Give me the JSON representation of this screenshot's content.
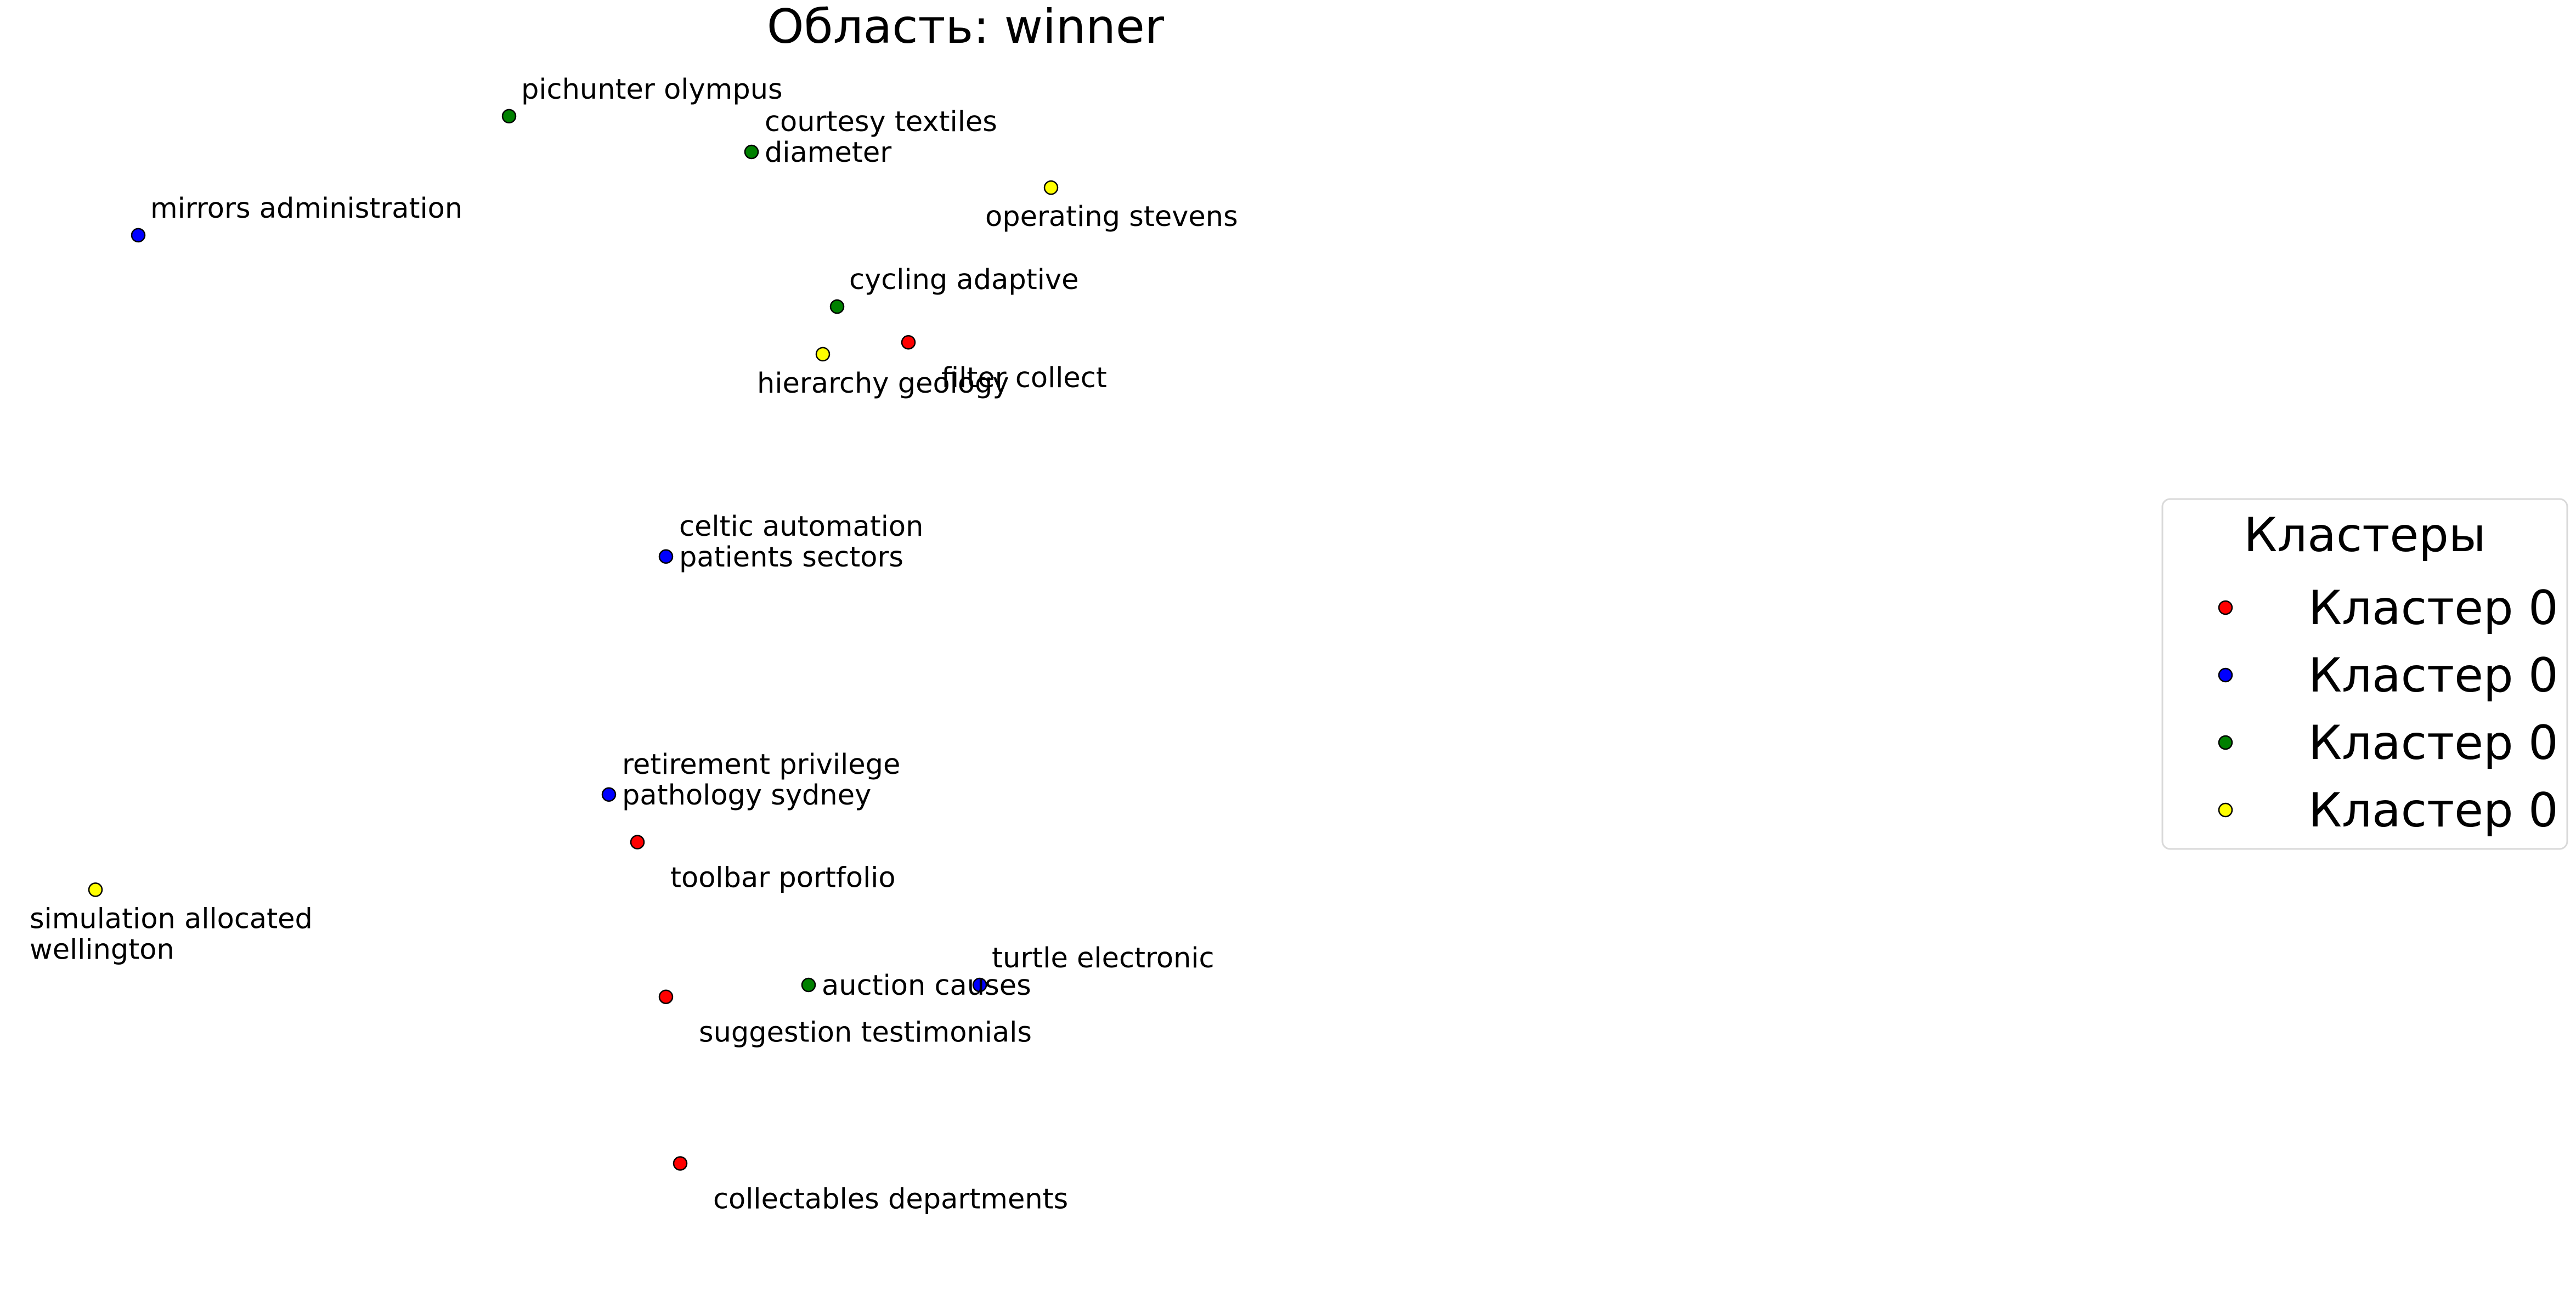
{
  "chart_data": {
    "type": "scatter",
    "title": "Область: winner",
    "xlabel": "",
    "ylabel": "",
    "grid": false,
    "axes_visible": false,
    "legend": {
      "title": "Кластеры",
      "placement": "right",
      "entries": [
        {
          "label": "Кластер 0",
          "color": "#ff0000"
        },
        {
          "label": "Кластер 0",
          "color": "#0000ff"
        },
        {
          "label": "Кластер 0",
          "color": "#008000"
        },
        {
          "label": "Кластер 0",
          "color": "#ffff00"
        }
      ]
    },
    "series": [
      {
        "color": "#ff0000",
        "points": [
          {
            "x": 0.61,
            "y": 0.26,
            "lines": [
              "filter collect"
            ],
            "label_pos": "below-right"
          },
          {
            "x": 0.42,
            "y": 0.68,
            "lines": [
              "toolbar portfolio"
            ],
            "label_pos": "below-right"
          },
          {
            "x": 0.44,
            "y": 0.81,
            "lines": [
              "suggestion testimonials"
            ],
            "label_pos": "below-right"
          },
          {
            "x": 0.45,
            "y": 0.95,
            "lines": [
              "collectables departments"
            ],
            "label_pos": "below-right"
          }
        ]
      },
      {
        "color": "#0000ff",
        "points": [
          {
            "x": 0.07,
            "y": 0.17,
            "lines": [
              "mirrors administration"
            ],
            "label_pos": "above-right"
          },
          {
            "x": 0.44,
            "y": 0.44,
            "lines": [
              "celtic automation",
              "patients sectors"
            ],
            "label_pos": "right"
          },
          {
            "x": 0.4,
            "y": 0.64,
            "lines": [
              "retirement privilege",
              "pathology sydney"
            ],
            "label_pos": "right"
          },
          {
            "x": 0.66,
            "y": 0.8,
            "lines": [
              "turtle electronic"
            ],
            "label_pos": "above-right"
          }
        ]
      },
      {
        "color": "#008000",
        "points": [
          {
            "x": 0.33,
            "y": 0.07,
            "lines": [
              "pichunter olympus"
            ],
            "label_pos": "above-right"
          },
          {
            "x": 0.5,
            "y": 0.1,
            "lines": [
              "courtesy textiles",
              "diameter"
            ],
            "label_pos": "right"
          },
          {
            "x": 0.56,
            "y": 0.23,
            "lines": [
              "cycling adaptive"
            ],
            "label_pos": "above-right"
          },
          {
            "x": 0.54,
            "y": 0.8,
            "lines": [
              "auction causes"
            ],
            "label_pos": "right"
          }
        ]
      },
      {
        "color": "#ffff00",
        "points": [
          {
            "x": 0.71,
            "y": 0.13,
            "lines": [
              "operating stevens"
            ],
            "label_pos": "below-left"
          },
          {
            "x": 0.55,
            "y": 0.27,
            "lines": [
              "hierarchy geology"
            ],
            "label_pos": "below-left"
          },
          {
            "x": 0.04,
            "y": 0.72,
            "lines": [
              "simulation allocated",
              "wellington"
            ],
            "label_pos": "below-left"
          }
        ]
      }
    ]
  }
}
